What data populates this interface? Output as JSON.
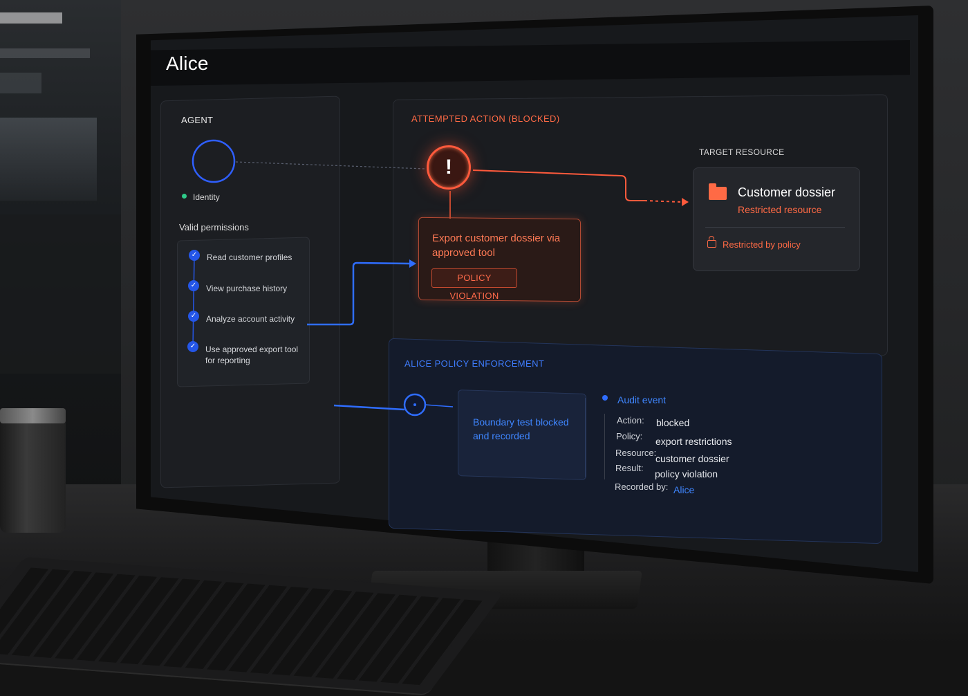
{
  "app": {
    "title": "Alice"
  },
  "agent": {
    "section_label": "AGENT",
    "identity_label": "Identity",
    "permissions_label": "Valid permissions",
    "permissions": [
      "Read customer profiles",
      "View purchase history",
      "Analyze account activity",
      "Use approved export tool for reporting"
    ]
  },
  "attempted_action": {
    "section_label": "ATTEMPTED ACTION (BLOCKED)",
    "description": "Export customer dossier via approved tool",
    "badge": "POLICY VIOLATION"
  },
  "target_resource": {
    "section_label": "TARGET RESOURCE",
    "title": "Customer dossier",
    "subtitle": "Restricted resource",
    "restriction": "Restricted by policy"
  },
  "enforcement": {
    "section_label": "ALICE POLICY ENFORCEMENT",
    "summary": "Boundary test blocked and recorded",
    "audit": {
      "title": "Audit event",
      "rows": [
        {
          "key": "Action:",
          "value": "blocked"
        },
        {
          "key": "Policy:",
          "value": "export restrictions"
        },
        {
          "key": "Resource:",
          "value": "customer dossier"
        },
        {
          "key": "Result:",
          "value": "policy violation"
        },
        {
          "key": "Recorded by:",
          "value": "Alice"
        }
      ]
    }
  },
  "icons": {
    "alert": "!",
    "check": "✓"
  },
  "colors": {
    "accent_blue": "#2f6dff",
    "alert_red": "#ff5a3c",
    "identity_green": "#2ecc8a",
    "screen_bg": "#17191c"
  }
}
